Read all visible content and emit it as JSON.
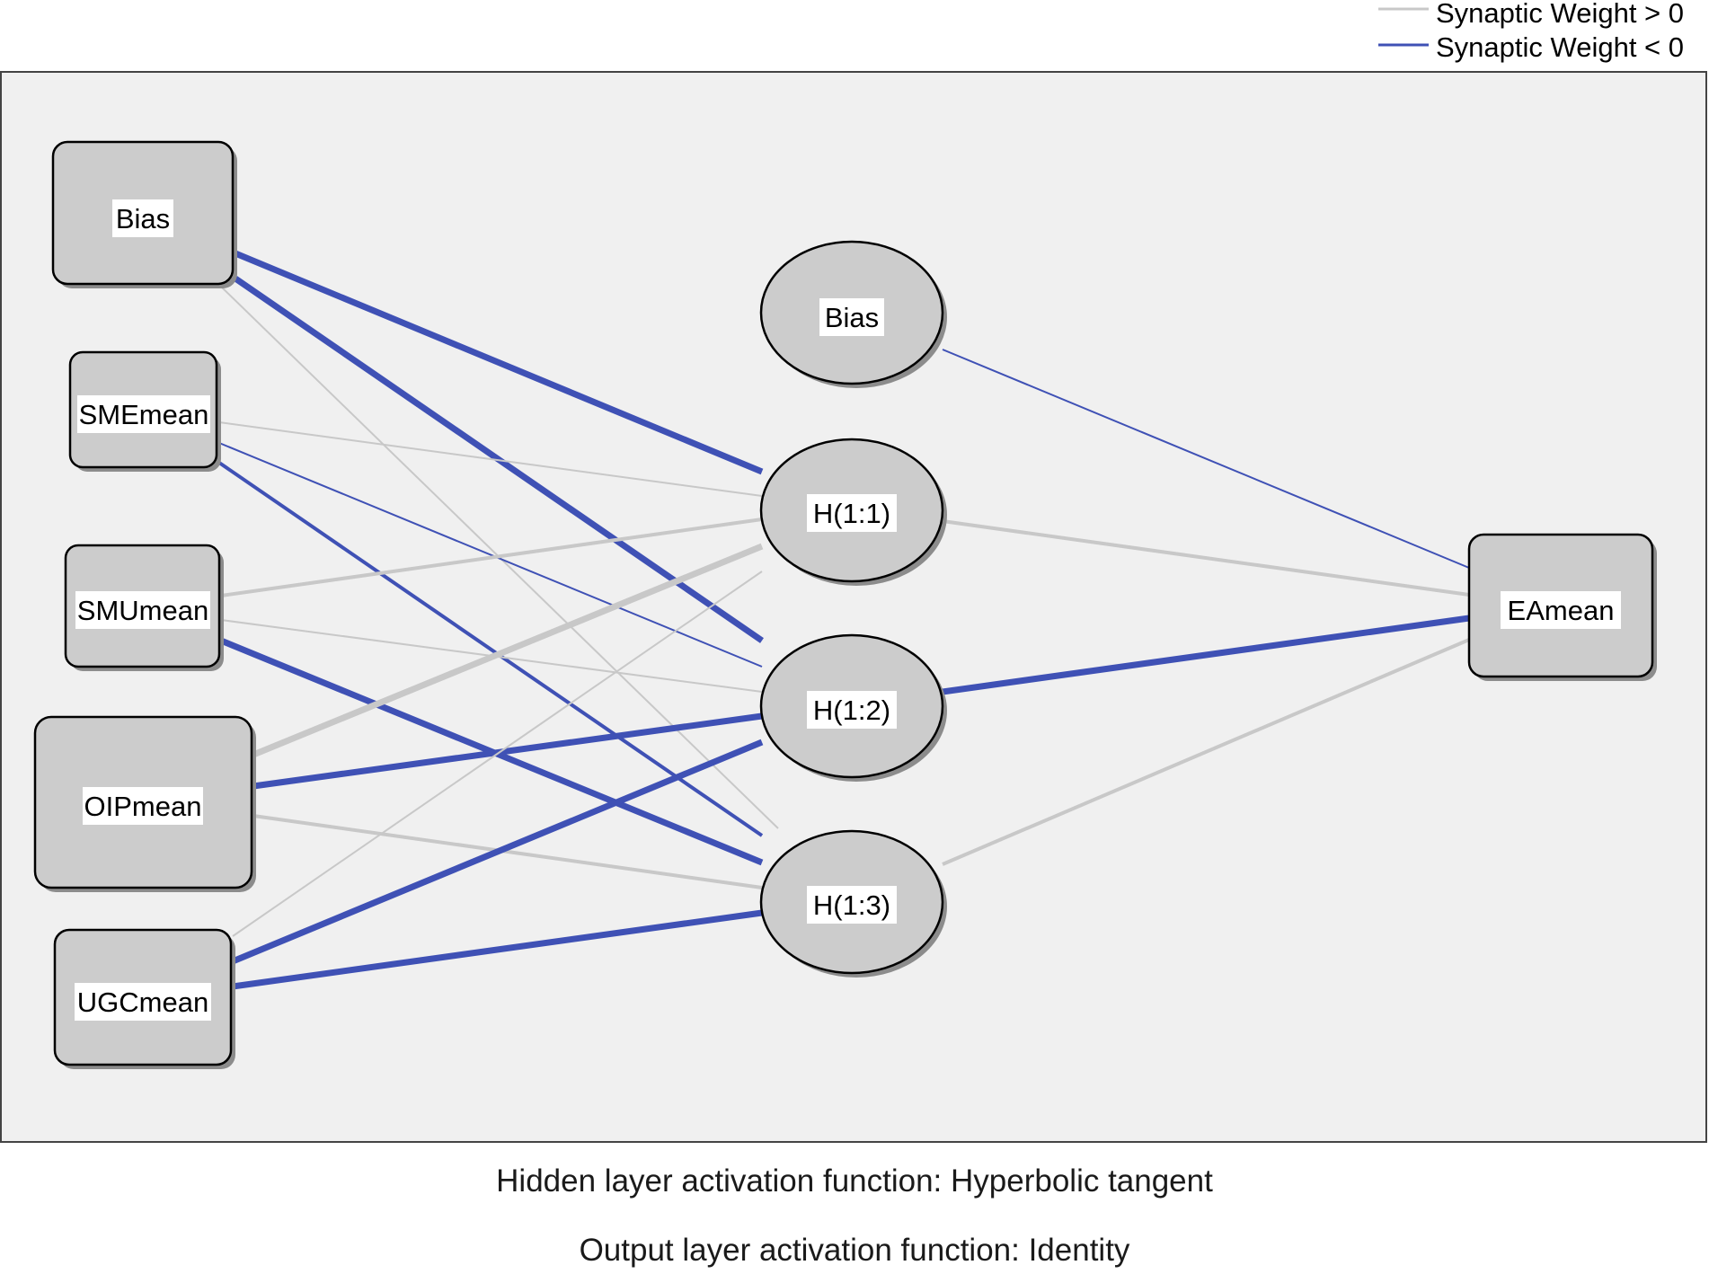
{
  "legend": {
    "positive_label": "Synaptic Weight > 0",
    "negative_label": "Synaptic Weight < 0",
    "positive_color": "#c8c8c8",
    "negative_color": "#3f51b5"
  },
  "layers": {
    "input": [
      "Bias",
      "SMEmean",
      "SMUmean",
      "OIPmean",
      "UGCmean"
    ],
    "hidden": [
      "Bias",
      "H(1:1)",
      "H(1:2)",
      "H(1:3)"
    ],
    "output": [
      "EAmean"
    ]
  },
  "connections": [
    {
      "from": "in_bias",
      "to": "h11",
      "sign": "negative",
      "strength": "strong"
    },
    {
      "from": "in_bias",
      "to": "h12",
      "sign": "negative",
      "strength": "strong"
    },
    {
      "from": "in_bias",
      "to": "h13",
      "sign": "positive",
      "strength": "weak"
    },
    {
      "from": "sme",
      "to": "h11",
      "sign": "positive",
      "strength": "weak"
    },
    {
      "from": "sme",
      "to": "h12",
      "sign": "negative",
      "strength": "weak"
    },
    {
      "from": "sme",
      "to": "h13",
      "sign": "negative",
      "strength": "medium"
    },
    {
      "from": "smu",
      "to": "h11",
      "sign": "positive",
      "strength": "medium"
    },
    {
      "from": "smu",
      "to": "h12",
      "sign": "positive",
      "strength": "weak"
    },
    {
      "from": "smu",
      "to": "h13",
      "sign": "negative",
      "strength": "strong"
    },
    {
      "from": "oip",
      "to": "h11",
      "sign": "positive",
      "strength": "strong"
    },
    {
      "from": "oip",
      "to": "h12",
      "sign": "negative",
      "strength": "strong"
    },
    {
      "from": "oip",
      "to": "h13",
      "sign": "positive",
      "strength": "medium"
    },
    {
      "from": "ugc",
      "to": "h11",
      "sign": "positive",
      "strength": "weak"
    },
    {
      "from": "ugc",
      "to": "h12",
      "sign": "negative",
      "strength": "strong"
    },
    {
      "from": "ugc",
      "to": "h13",
      "sign": "negative",
      "strength": "strong"
    },
    {
      "from": "h_bias",
      "to": "out",
      "sign": "negative",
      "strength": "weak"
    },
    {
      "from": "h11",
      "to": "out",
      "sign": "positive",
      "strength": "medium"
    },
    {
      "from": "h12",
      "to": "out",
      "sign": "negative",
      "strength": "strong"
    },
    {
      "from": "h13",
      "to": "out",
      "sign": "positive",
      "strength": "medium"
    }
  ],
  "captions": {
    "hidden_activation": "Hidden layer activation function: Hyperbolic tangent",
    "output_activation": "Output layer activation function: Identity"
  }
}
